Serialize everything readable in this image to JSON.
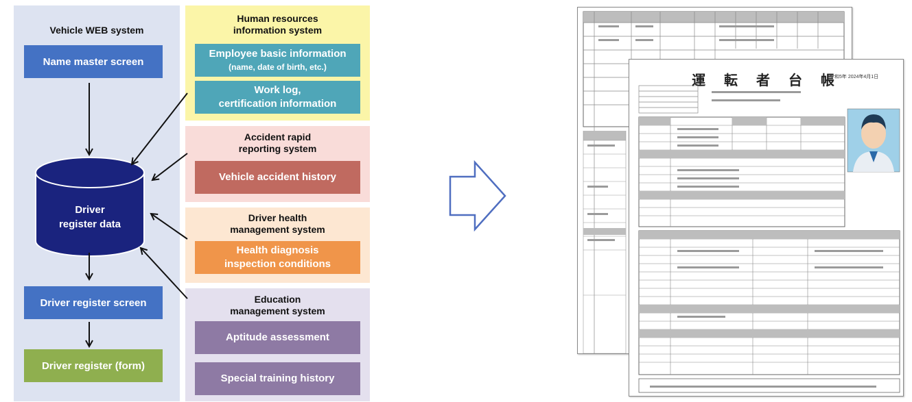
{
  "vehicle_system": {
    "title": "Vehicle WEB system",
    "name_master": "Name master screen",
    "database": {
      "line1": "Driver",
      "line2": "register data"
    },
    "register_screen": "Driver register screen",
    "register_form": "Driver register (form)"
  },
  "sources": [
    {
      "title_line1": "Human resources",
      "title_line2": "information system",
      "items": [
        {
          "line1": "Employee basic information",
          "line2": "(name, date of birth, etc.)"
        },
        {
          "line1": "Work log,",
          "line2": "certification information"
        }
      ],
      "bg": "#fbf5a8",
      "item_color": "#4fa6b8"
    },
    {
      "title_line1": "Accident rapid",
      "title_line2": "reporting system",
      "items": [
        {
          "line1": "Vehicle accident history"
        }
      ],
      "bg": "#f9dcd9",
      "item_color": "#c06a60"
    },
    {
      "title_line1": "Driver health",
      "title_line2": "management system",
      "items": [
        {
          "line1": "Health diagnosis",
          "line2": "inspection conditions"
        }
      ],
      "bg": "#fde7d2",
      "item_color": "#f0954a"
    },
    {
      "title_line1": "Education",
      "title_line2": "management system",
      "items": [
        {
          "line1": "Aptitude assessment"
        },
        {
          "line1": "Special training history"
        }
      ],
      "bg": "#e4e0ee",
      "item_color": "#8e7aa4"
    }
  ],
  "document": {
    "title": "運 転 者 台 帳",
    "stamp": "令和5年 2024年4月1日"
  },
  "colors": {
    "left_panel": "#dde3f1",
    "box_blue": "#4472c4",
    "database": "#1a237e",
    "form_green": "#8faf4f",
    "big_arrow": "#4f6ec0"
  }
}
